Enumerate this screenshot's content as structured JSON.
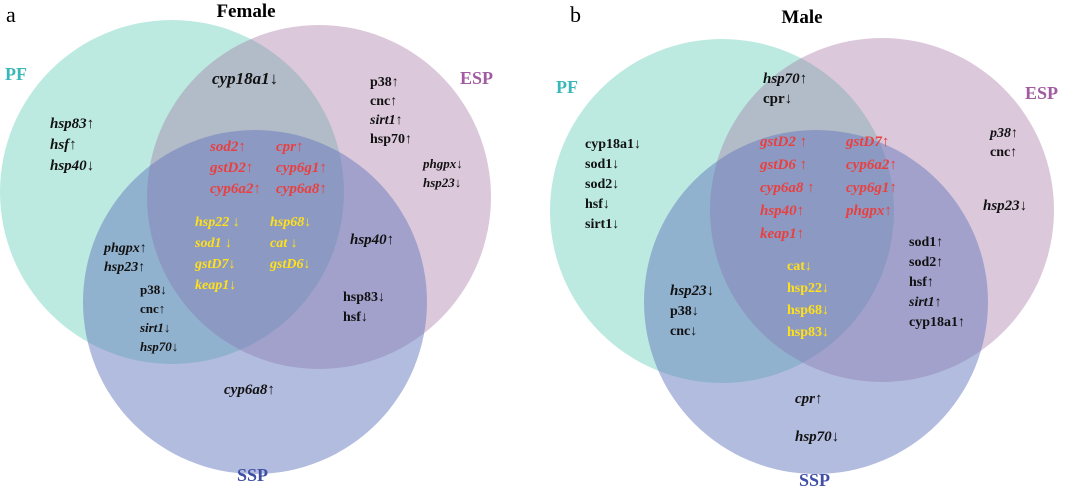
{
  "colors": {
    "pf": "#2ebfa0",
    "esp": "#a46ea0",
    "ssp": "#6679be",
    "pf_label": "#3ab7b8",
    "esp_label": "#a15ba0",
    "ssp_label": "#3f4fa6",
    "red": "#e84040",
    "yellow": "#ffe01a",
    "black": "#111111"
  },
  "panels": [
    {
      "id": "a",
      "letter": "a",
      "title": "Female",
      "sets": {
        "pf": "PF",
        "esp": "ESP",
        "ssp": "SSP"
      },
      "regions": [
        {
          "id": "pf-only",
          "genes": [
            {
              "text": "hsp83↑",
              "italic": true,
              "color": "black",
              "size": 15
            },
            {
              "text": "hsf↑",
              "italic": true,
              "color": "black",
              "size": 15
            },
            {
              "text": "hsp40↓",
              "italic": true,
              "color": "black",
              "size": 15
            }
          ]
        },
        {
          "id": "pf-esp",
          "genes": [
            {
              "text": "cyp18a1↓",
              "italic": true,
              "color": "black",
              "size": 17
            }
          ]
        },
        {
          "id": "esp-only",
          "genes": [
            {
              "text": "p38↑",
              "italic": false,
              "color": "black",
              "size": 14
            },
            {
              "text": "cnc↑",
              "italic": false,
              "color": "black",
              "size": 14
            },
            {
              "text": "sirt1↑",
              "italic": true,
              "color": "black",
              "size": 14
            },
            {
              "text": "hsp70↑",
              "italic": false,
              "color": "black",
              "size": 14
            }
          ]
        },
        {
          "id": "esp-only-2",
          "genes": [
            {
              "text": "phgpx↓",
              "italic": true,
              "color": "black",
              "size": 13
            },
            {
              "text": "hsp23↓",
              "italic": true,
              "color": "black",
              "size": 13
            }
          ]
        },
        {
          "id": "center-red-left",
          "genes": [
            {
              "text": "sod2↑",
              "italic": true,
              "color": "red",
              "size": 15
            },
            {
              "text": "gstD2↑",
              "italic": true,
              "color": "red",
              "size": 15
            },
            {
              "text": "cyp6a2↑",
              "italic": true,
              "color": "red",
              "size": 15
            }
          ]
        },
        {
          "id": "center-red-right",
          "genes": [
            {
              "text": "cpr↑",
              "italic": true,
              "color": "red",
              "size": 15
            },
            {
              "text": "cyp6g1↑",
              "italic": true,
              "color": "red",
              "size": 15
            },
            {
              "text": "cyp6a8↑",
              "italic": true,
              "color": "red",
              "size": 15
            }
          ]
        },
        {
          "id": "center-yellow-left",
          "genes": [
            {
              "text": "hsp22 ↓",
              "italic": true,
              "color": "yellow",
              "size": 14
            },
            {
              "text": "sod1 ↓",
              "italic": true,
              "color": "yellow",
              "size": 14
            },
            {
              "text": "gstD7↓",
              "italic": true,
              "color": "yellow",
              "size": 14
            },
            {
              "text": "keap1↓",
              "italic": true,
              "color": "yellow",
              "size": 14
            }
          ]
        },
        {
          "id": "center-yellow-right",
          "genes": [
            {
              "text": "hsp68↓",
              "italic": true,
              "color": "yellow",
              "size": 14
            },
            {
              "text": "cat ↓",
              "italic": true,
              "color": "yellow",
              "size": 14
            },
            {
              "text": "gstD6↓",
              "italic": true,
              "color": "yellow",
              "size": 14
            }
          ]
        },
        {
          "id": "esp-ssp-1",
          "genes": [
            {
              "text": "hsp40↑",
              "italic": true,
              "color": "black",
              "size": 15
            }
          ]
        },
        {
          "id": "esp-ssp-2",
          "genes": [
            {
              "text": "hsp83↓",
              "italic": false,
              "color": "black",
              "size": 14
            },
            {
              "text": "hsf↓",
              "italic": false,
              "color": "black",
              "size": 14
            }
          ]
        },
        {
          "id": "pf-ssp-1",
          "genes": [
            {
              "text": "phgpx↑",
              "italic": true,
              "color": "black",
              "size": 14
            },
            {
              "text": "hsp23↑",
              "italic": true,
              "color": "black",
              "size": 14
            }
          ]
        },
        {
          "id": "pf-ssp-2",
          "genes": [
            {
              "text": "p38↓",
              "italic": false,
              "color": "black",
              "size": 13
            },
            {
              "text": "cnc↑",
              "italic": false,
              "color": "black",
              "size": 13
            },
            {
              "text": "sirt1↓",
              "italic": true,
              "color": "black",
              "size": 13
            },
            {
              "text": "hsp70↓",
              "italic": true,
              "color": "black",
              "size": 13
            }
          ]
        },
        {
          "id": "ssp-only",
          "genes": [
            {
              "text": "cyp6a8↑",
              "italic": true,
              "color": "black",
              "size": 15
            }
          ]
        }
      ]
    },
    {
      "id": "b",
      "letter": "b",
      "title": "Male",
      "sets": {
        "pf": "PF",
        "esp": "ESP",
        "ssp": "SSP"
      },
      "regions": [
        {
          "id": "pf-esp",
          "genes": [
            {
              "text": "hsp70↑",
              "italic": true,
              "color": "black",
              "size": 15
            },
            {
              "text": "cpr↓",
              "italic": false,
              "color": "black",
              "size": 15
            }
          ]
        },
        {
          "id": "pf-only",
          "genes": [
            {
              "text": "cyp18a1↓",
              "italic": false,
              "color": "black",
              "size": 14
            },
            {
              "text": "sod1↓",
              "italic": false,
              "color": "black",
              "size": 14
            },
            {
              "text": "sod2↓",
              "italic": false,
              "color": "black",
              "size": 14
            },
            {
              "text": "hsf↓",
              "italic": false,
              "color": "black",
              "size": 14
            },
            {
              "text": "sirt1↓",
              "italic": false,
              "color": "black",
              "size": 14
            }
          ]
        },
        {
          "id": "esp-only",
          "genes": [
            {
              "text": "p38↑",
              "italic": true,
              "color": "black",
              "size": 14
            },
            {
              "text": "cnc↑",
              "italic": false,
              "color": "black",
              "size": 14
            }
          ]
        },
        {
          "id": "esp-only-2",
          "genes": [
            {
              "text": "hsp23↓",
              "italic": true,
              "color": "black",
              "size": 15
            }
          ]
        },
        {
          "id": "center-red-left",
          "genes": [
            {
              "text": "gstD2 ↑",
              "italic": true,
              "color": "red",
              "size": 15
            },
            {
              "text": "gstD6 ↑",
              "italic": true,
              "color": "red",
              "size": 15
            },
            {
              "text": "cyp6a8 ↑",
              "italic": true,
              "color": "red",
              "size": 15
            },
            {
              "text": "hsp40↑",
              "italic": true,
              "color": "red",
              "size": 15
            },
            {
              "text": "keap1↑",
              "italic": true,
              "color": "red",
              "size": 15
            }
          ]
        },
        {
          "id": "center-red-right",
          "genes": [
            {
              "text": "gstD7↑",
              "italic": true,
              "color": "red",
              "size": 15
            },
            {
              "text": "cyp6a2↑",
              "italic": true,
              "color": "red",
              "size": 15
            },
            {
              "text": "cyp6g1↑",
              "italic": true,
              "color": "red",
              "size": 15
            },
            {
              "text": "phgpx↑",
              "italic": true,
              "color": "red",
              "size": 15
            }
          ]
        },
        {
          "id": "center-yellow",
          "genes": [
            {
              "text": "cat↓",
              "italic": false,
              "color": "yellow",
              "size": 14
            },
            {
              "text": "hsp22↓",
              "italic": false,
              "color": "yellow",
              "size": 14
            },
            {
              "text": "hsp68↓",
              "italic": false,
              "color": "yellow",
              "size": 14
            },
            {
              "text": "hsp83↓",
              "italic": false,
              "color": "yellow",
              "size": 14
            }
          ]
        },
        {
          "id": "esp-ssp",
          "genes": [
            {
              "text": "sod1↑",
              "italic": false,
              "color": "black",
              "size": 14
            },
            {
              "text": "sod2↑",
              "italic": false,
              "color": "black",
              "size": 14
            },
            {
              "text": "hsf↑",
              "italic": false,
              "color": "black",
              "size": 14
            },
            {
              "text": "sirt1↑",
              "italic": true,
              "color": "black",
              "size": 14
            },
            {
              "text": "cyp18a1↑",
              "italic": false,
              "color": "black",
              "size": 14
            }
          ]
        },
        {
          "id": "pf-ssp",
          "genes": [
            {
              "text": "hsp23↓",
              "italic": true,
              "color": "black",
              "size": 15
            },
            {
              "text": "p38↓",
              "italic": false,
              "color": "black",
              "size": 14
            },
            {
              "text": "cnc↓",
              "italic": false,
              "color": "black",
              "size": 14
            }
          ]
        },
        {
          "id": "ssp-only",
          "genes": [
            {
              "text": "cpr↑",
              "italic": true,
              "color": "black",
              "size": 15
            },
            {
              "text": "hsp70↓",
              "italic": true,
              "color": "black",
              "size": 15
            }
          ]
        }
      ]
    }
  ]
}
